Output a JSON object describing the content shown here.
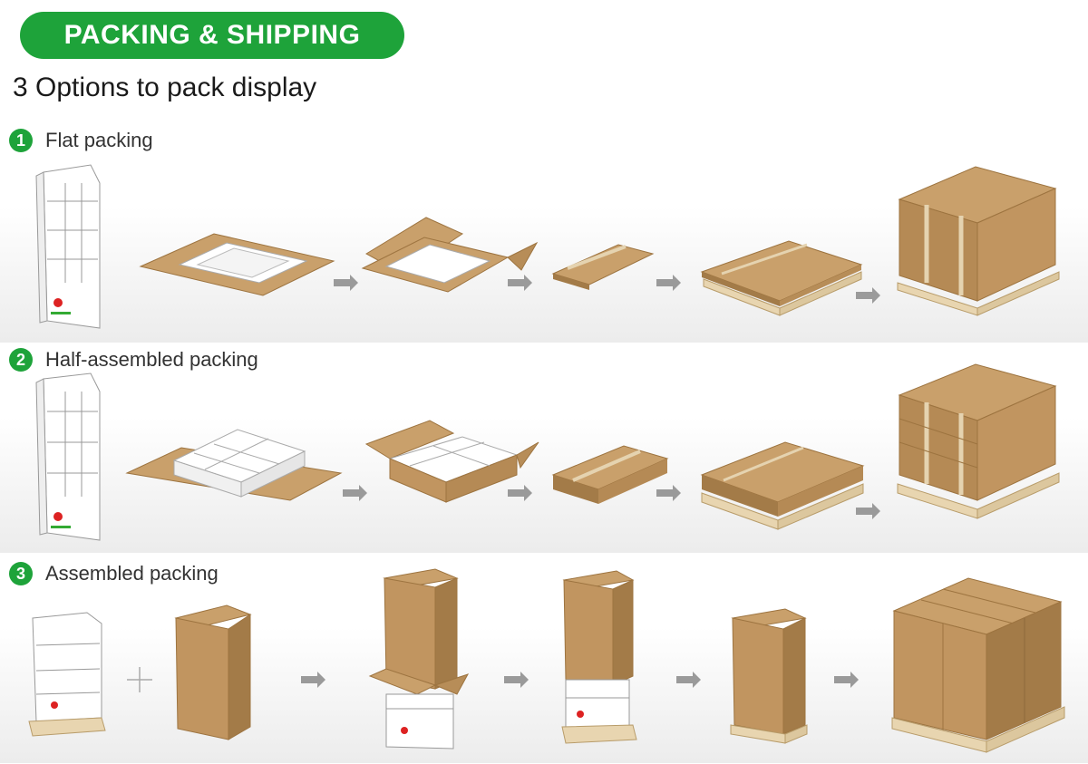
{
  "header": {
    "title": "PACKING & SHIPPING",
    "subtitle": "3 Options to pack display"
  },
  "options": [
    {
      "number": "1",
      "label": "Flat packing"
    },
    {
      "number": "2",
      "label": "Half-assembled packing"
    },
    {
      "number": "3",
      "label": "Assembled packing"
    }
  ],
  "colors": {
    "accent": "#1ea33a",
    "carton": "#c9a06b",
    "carton_dark": "#a37b48",
    "pallet": "#e8d5b0",
    "arrow": "#9a9a9a"
  },
  "icons": [
    "display-stand-icon",
    "flat-box-icon",
    "carton-icon",
    "pallet-icon",
    "arrow-icon",
    "plus-icon"
  ]
}
